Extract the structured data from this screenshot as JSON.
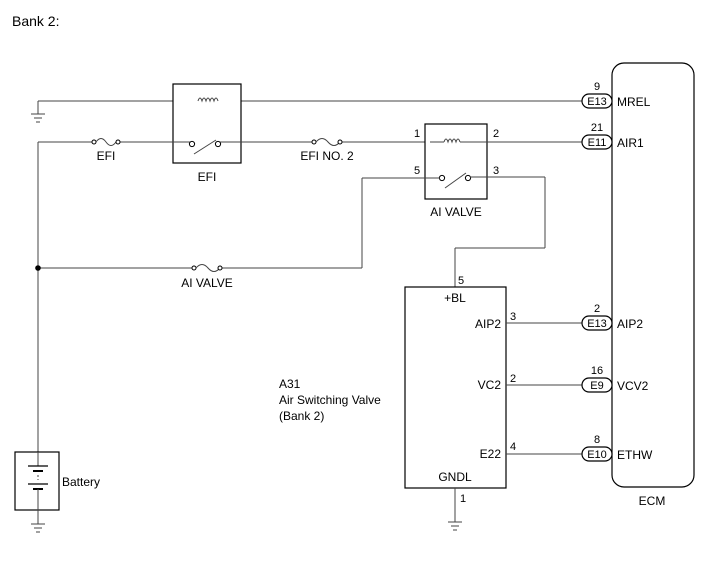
{
  "title": "Bank 2:",
  "colors": {
    "wire": "#444444",
    "ink": "#000000",
    "background": "#ffffff"
  },
  "components": {
    "efi_relay": {
      "label": "EFI"
    },
    "ai_valve_relay": {
      "label": "AI VALVE",
      "pin_1": "1",
      "pin_2": "2",
      "pin_3": "3",
      "pin_5": "5"
    },
    "air_switching_valve": {
      "code": "A31",
      "name_line1": "Air Switching Valve",
      "name_line2": "(Bank 2)",
      "pin_bl_num": "5",
      "pin_bl": "+BL",
      "pin_aip2_num": "3",
      "pin_aip2": "AIP2",
      "pin_vc2_num": "2",
      "pin_vc2": "VC2",
      "pin_e22_num": "4",
      "pin_e22": "E22",
      "pin_gndl": "GNDL",
      "pin_gndl_num": "1"
    },
    "battery": {
      "label": "Battery"
    },
    "ecm": {
      "label": "ECM"
    }
  },
  "fuses": {
    "efi": "EFI",
    "efi_no2": "EFI NO. 2",
    "ai_valve": "AI VALVE"
  },
  "ecm_terminals": [
    {
      "pin": "9",
      "connector": "E13",
      "name": "MREL"
    },
    {
      "pin": "21",
      "connector": "E11",
      "name": "AIR1"
    },
    {
      "pin": "2",
      "connector": "E13",
      "name": "AIP2"
    },
    {
      "pin": "16",
      "connector": "E9",
      "name": "VCV2"
    },
    {
      "pin": "8",
      "connector": "E10",
      "name": "ETHW"
    }
  ]
}
